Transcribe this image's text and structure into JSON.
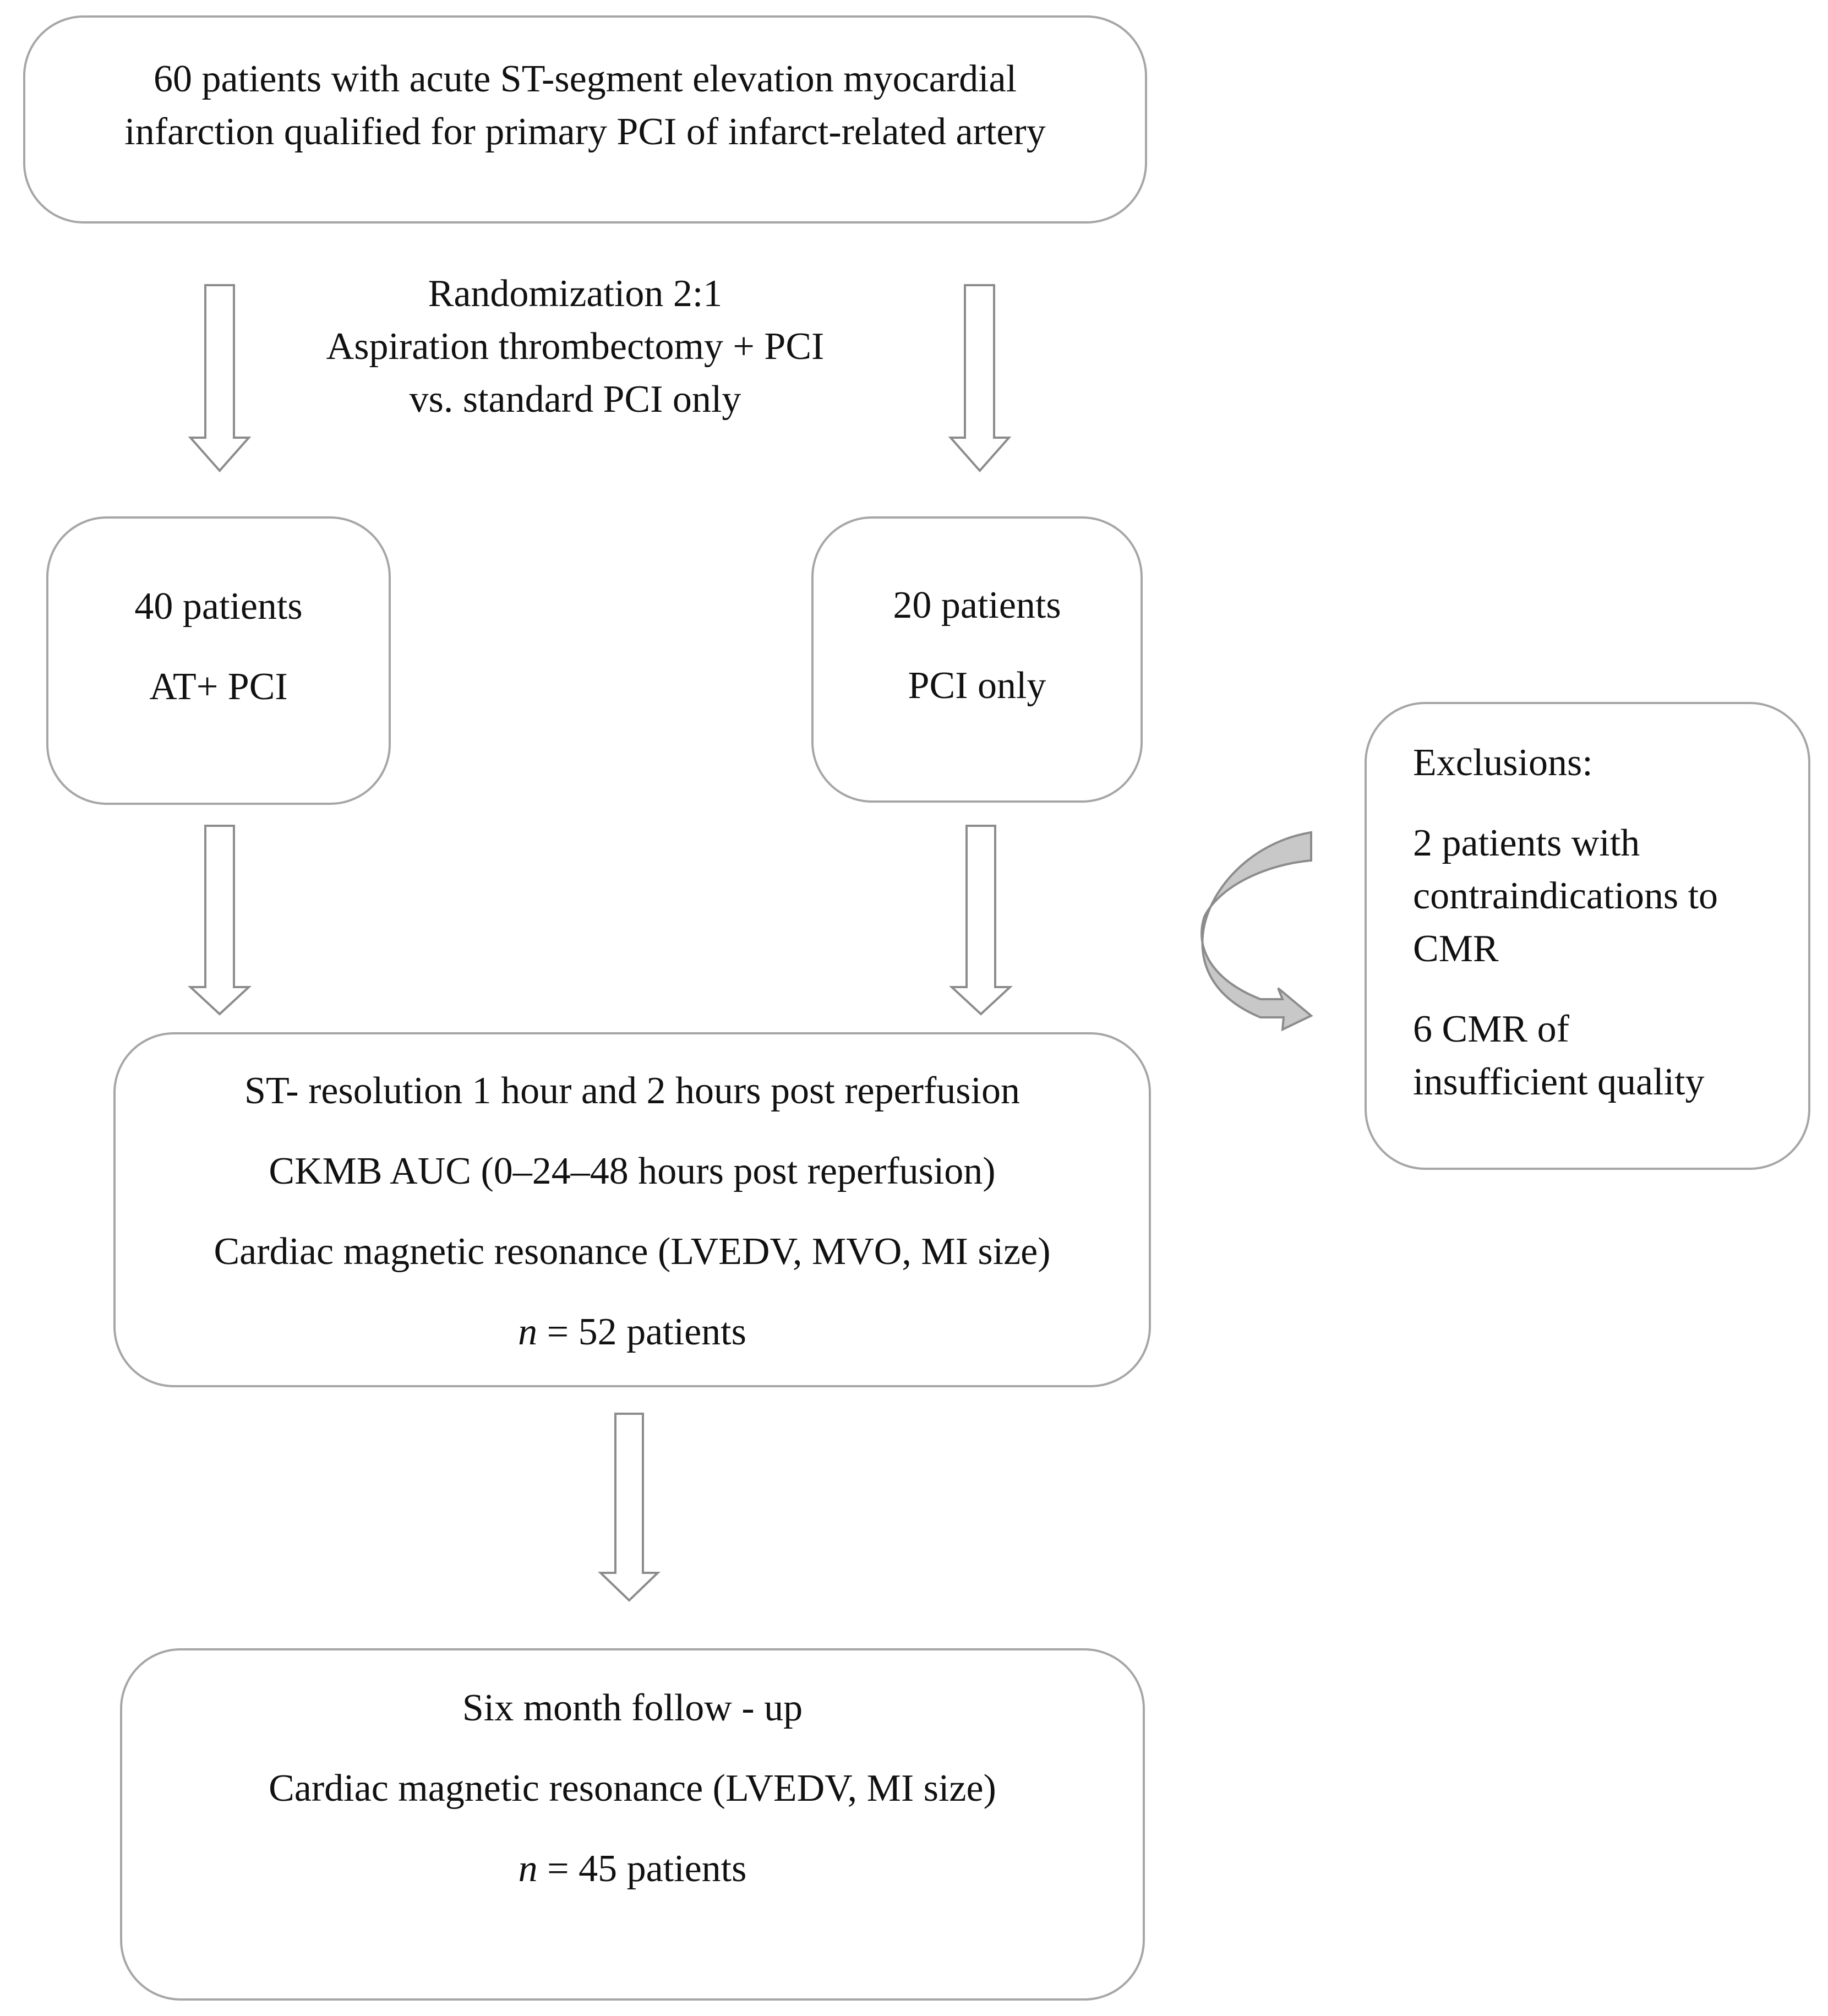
{
  "top_box": {
    "line1": "60 patients with acute ST-segment elevation myocardial",
    "line2": "infarction qualified for primary PCI of infarct-related artery"
  },
  "randomization": {
    "line1": "Randomization 2:1",
    "line2": "Aspiration thrombectomy + PCI",
    "line3": "vs. standard PCI only"
  },
  "group_at": {
    "count": "40 patients",
    "label": "AT+ PCI"
  },
  "group_pci": {
    "count": "20 patients",
    "label": "PCI only"
  },
  "exclusions": {
    "title": "Exclusions:",
    "item1_line1": "2 patients with",
    "item1_line2": "contraindications to",
    "item1_line3": "CMR",
    "item2_line1": "6 CMR of",
    "item2_line2": "insufficient quality"
  },
  "analysis_box": {
    "line1": "ST- resolution 1 hour and 2 hours post reperfusion",
    "line2": "CKMB AUC (0–24–48 hours post reperfusion)",
    "line3": "Cardiac magnetic resonance (LVEDV, MVO, MI size)",
    "n_symbol": "n",
    "n_value": " = 52 patients"
  },
  "followup_box": {
    "line1": "Six month follow - up",
    "line2": "Cardiac magnetic resonance (LVEDV, MI size)",
    "n_symbol": "n",
    "n_value": " = 45 patients"
  },
  "colors": {
    "box_border": "#a6a6a6",
    "arrow_stroke": "#8c8c8c",
    "curved_arrow_fill": "#c8c8c8"
  }
}
